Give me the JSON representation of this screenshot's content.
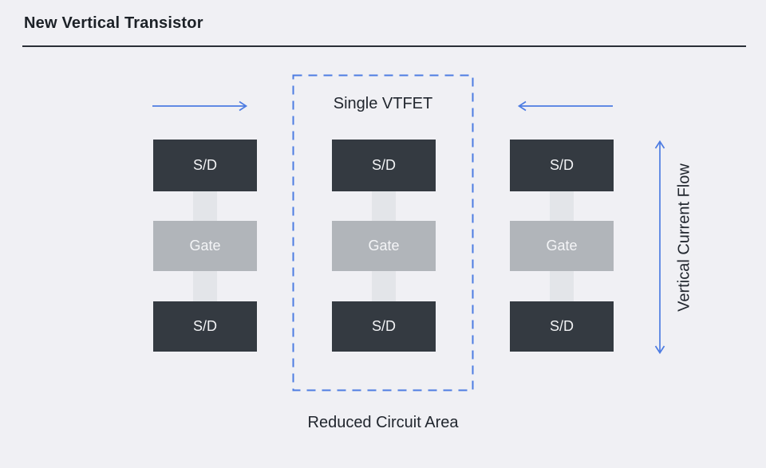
{
  "page": {
    "title": "New Vertical Transistor",
    "caption": "Reduced Circuit Area"
  },
  "colors": {
    "background": "#f0f0f4",
    "accent_blue": "#4d7ce2",
    "sd_block": "#343a41",
    "gate_block": "#b1b5ba",
    "channel": "#e3e5e9",
    "heading_text": "#21262e",
    "block_text": "#f2f3f5",
    "divider": "#2a2f36"
  },
  "diagram": {
    "dashed_box_label": "Single VTFET",
    "vertical_axis_label": "Vertical Current Flow",
    "icons": {
      "left_flow": "arrow-right-icon",
      "right_flow": "arrow-left-icon",
      "vertical_flow": "arrow-vertical-double-icon"
    },
    "stacks": [
      {
        "id": "left",
        "blocks": [
          {
            "label": "S/D"
          },
          {
            "label": "Gate"
          },
          {
            "label": "S/D"
          }
        ]
      },
      {
        "id": "center",
        "blocks": [
          {
            "label": "S/D"
          },
          {
            "label": "Gate"
          },
          {
            "label": "S/D"
          }
        ]
      },
      {
        "id": "right",
        "blocks": [
          {
            "label": "S/D"
          },
          {
            "label": "Gate"
          },
          {
            "label": "S/D"
          }
        ]
      }
    ]
  }
}
